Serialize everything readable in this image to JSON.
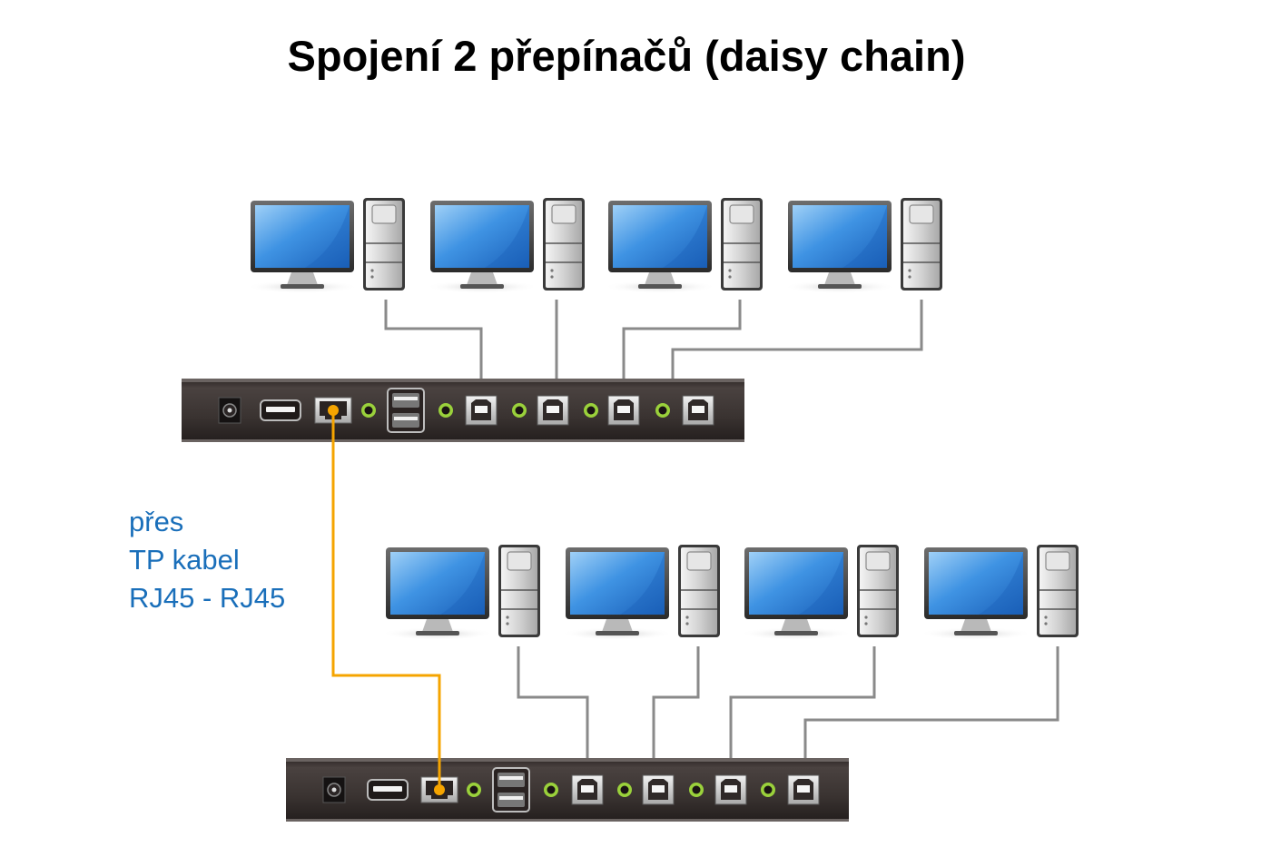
{
  "title": "Spojení 2 přepínačů (daisy chain)",
  "cable_label": {
    "lines": [
      "přes",
      "TP kabel",
      "RJ45 - RJ45"
    ],
    "color": "#1a6fba"
  },
  "colors": {
    "link_cable": "#f5a400",
    "usb_cable": "#8a8a8a",
    "switch_body": "#3a3432",
    "audio_jack": "#9ad13b",
    "screen": "#2f7fd6"
  },
  "switches": [
    {
      "id": "switch-1",
      "role": "master",
      "ports": [
        "power-dc",
        "usb-a",
        "rj45-link",
        "audio",
        "usb-a-dual",
        "audio",
        "usb-b",
        "audio",
        "usb-b",
        "audio",
        "usb-b",
        "audio",
        "usb-b"
      ],
      "computers": [
        "PC 1",
        "PC 2",
        "PC 3",
        "PC 4"
      ]
    },
    {
      "id": "switch-2",
      "role": "slave",
      "ports": [
        "power-dc",
        "usb-a",
        "rj45-link",
        "audio",
        "usb-a-dual",
        "audio",
        "usb-b",
        "audio",
        "usb-b",
        "audio",
        "usb-b",
        "audio",
        "usb-b"
      ],
      "computers": [
        "PC 5",
        "PC 6",
        "PC 7",
        "PC 8"
      ]
    }
  ],
  "connections": [
    {
      "type": "rj45",
      "from": "switch-1",
      "to": "switch-2"
    }
  ]
}
